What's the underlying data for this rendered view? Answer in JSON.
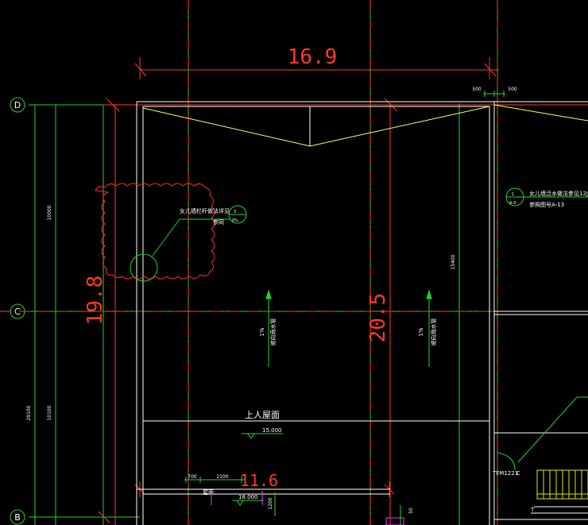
{
  "axes": [
    {
      "id": "D",
      "label": "D"
    },
    {
      "id": "C",
      "label": "C"
    },
    {
      "id": "B",
      "label": "B"
    }
  ],
  "dimensions": {
    "top_span": "16.9",
    "right_span": "20.5",
    "left_span": "19.8",
    "bottom_span": "11.6",
    "tick_500_a": "500",
    "tick_500_b": "500",
    "left_10000": "10000",
    "left_29100": "29100",
    "left_10100": "10100",
    "mid_15400": "15400",
    "bot_700": "700",
    "bot_2100": "2100",
    "bot_1200": "1200",
    "bot_50": "50"
  },
  "annotations": {
    "railing_note_line1": "女儿墙栏杆做法详见",
    "railing_note_line2": "参同",
    "railing_ref_top": "3",
    "railing_ref_bottom": "0%",
    "parapet_note_line1": "女儿墙泛水做法参见12J",
    "parapet_note_line2": "参照图号A-13",
    "parapet_ref_top": "1",
    "parapet_ref_bottom": "A-9",
    "slope_left_pct": "1%",
    "slope_left_text": "坡向雨水管",
    "slope_right_pct": "1%",
    "slope_right_text": "坡向雨水管",
    "roof_label": "上人屋面",
    "roof_elev": "15.000",
    "lower_elev": "18.000",
    "lower_label": "屋面",
    "door_tag": "TFM1221",
    "door_letter": "C",
    "stair_t": "T"
  },
  "colors": {
    "background": "#000000",
    "axis_green": "#22d624",
    "dim_red": "#ff3a1f",
    "wall_white": "#ffffff",
    "ridge_yellow": "#ffff66",
    "cloud_red": "#ff2a2a",
    "stair_yellow": "#e6e600",
    "magenta": "#ff33ff"
  }
}
